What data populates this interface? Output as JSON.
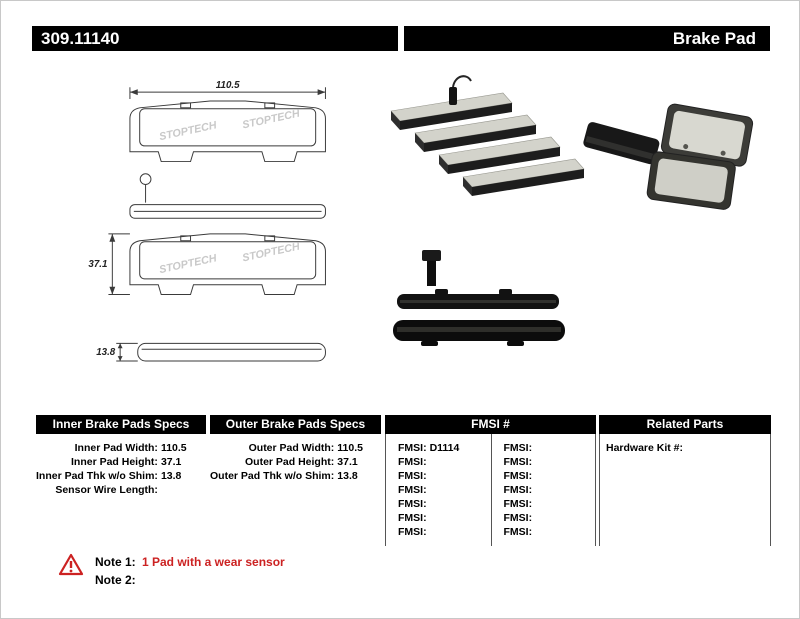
{
  "header": {
    "part_number": "309.11140",
    "title": "Brake Pad"
  },
  "drawing": {
    "dim_width": "110.5",
    "dim_height": "37.1",
    "dim_thickness": "13.8",
    "watermark": "STOPTECH"
  },
  "tables": {
    "inner": {
      "title": "Inner Brake Pads Specs",
      "rows": [
        {
          "label": "Inner Pad Width:",
          "value": "110.5"
        },
        {
          "label": "Inner Pad Height:",
          "value": "37.1"
        },
        {
          "label": "Inner Pad Thk w/o Shim:",
          "value": "13.8"
        },
        {
          "label": "Sensor Wire Length:",
          "value": ""
        }
      ]
    },
    "outer": {
      "title": "Outer Brake Pads Specs",
      "rows": [
        {
          "label": "Outer Pad Width:",
          "value": "110.5"
        },
        {
          "label": "Outer Pad Height:",
          "value": "37.1"
        },
        {
          "label": "Outer Pad Thk w/o Shim:",
          "value": "13.8"
        }
      ]
    },
    "fmsi": {
      "title": "FMSI #",
      "col1": [
        {
          "label": "FMSI:",
          "value": "D1114"
        },
        {
          "label": "FMSI:",
          "value": ""
        },
        {
          "label": "FMSI:",
          "value": ""
        },
        {
          "label": "FMSI:",
          "value": ""
        },
        {
          "label": "FMSI:",
          "value": ""
        },
        {
          "label": "FMSI:",
          "value": ""
        },
        {
          "label": "FMSI:",
          "value": ""
        }
      ],
      "col2": [
        {
          "label": "FMSI:",
          "value": ""
        },
        {
          "label": "FMSI:",
          "value": ""
        },
        {
          "label": "FMSI:",
          "value": ""
        },
        {
          "label": "FMSI:",
          "value": ""
        },
        {
          "label": "FMSI:",
          "value": ""
        },
        {
          "label": "FMSI:",
          "value": ""
        },
        {
          "label": "FMSI:",
          "value": ""
        }
      ]
    },
    "related": {
      "title": "Related Parts",
      "rows": [
        {
          "label": "Hardware Kit #:",
          "value": ""
        }
      ]
    }
  },
  "notes": {
    "note1_label": "Note 1:",
    "note1_text": "1 Pad with a wear sensor",
    "note2_label": "Note 2:",
    "note2_text": ""
  },
  "colors": {
    "header_bg": "#000000",
    "note_red": "#cc2222"
  }
}
